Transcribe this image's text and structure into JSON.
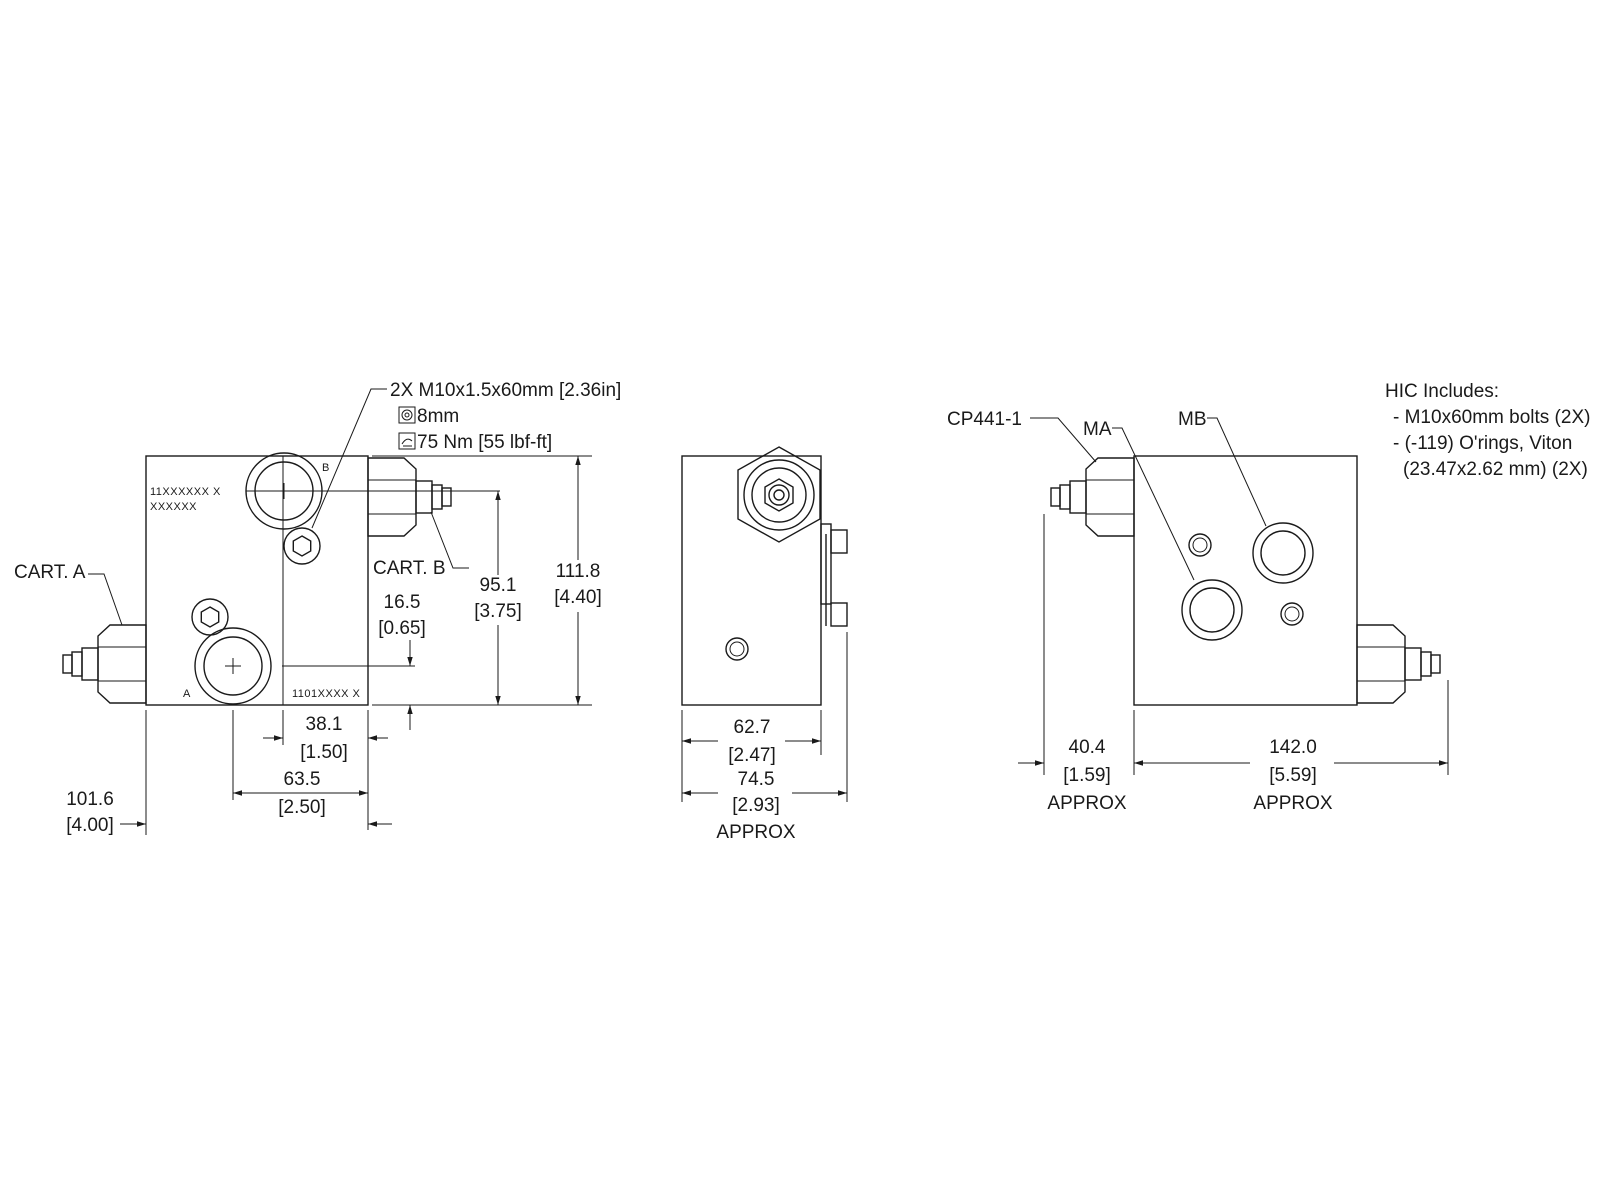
{
  "bolt_callout": {
    "line1": "2X M10x1.5x60mm [2.36in]",
    "line2": "8mm",
    "line3": "75 Nm [55 lbf-ft]"
  },
  "labels": {
    "cart_a": "CART. A",
    "cart_b": "CART. B",
    "port_a": "A",
    "port_b": "B",
    "mark_top_1": "11XXXXXX  X",
    "mark_top_2": "XXXXXX",
    "mark_bottom": "1101XXXX  X",
    "cp": "CP441-1",
    "ma": "MA",
    "mb": "MB"
  },
  "dimensions": {
    "d_38_1": {
      "mm": "38.1",
      "in": "[1.50]"
    },
    "d_63_5": {
      "mm": "63.5",
      "in": "[2.50]"
    },
    "d_101_6": {
      "mm": "101.6",
      "in": "[4.00]"
    },
    "d_16_5": {
      "mm": "16.5",
      "in": "[0.65]"
    },
    "d_95_1": {
      "mm": "95.1",
      "in": "[3.75]"
    },
    "d_111_8": {
      "mm": "111.8",
      "in": "[4.40]"
    },
    "d_62_7": {
      "mm": "62.7",
      "in": "[2.47]"
    },
    "d_74_5": {
      "mm": "74.5",
      "in": "[2.93]",
      "note": "APPROX"
    },
    "d_40_4": {
      "mm": "40.4",
      "in": "[1.59]",
      "note": "APPROX"
    },
    "d_142_0": {
      "mm": "142.0",
      "in": "[5.59]",
      "note": "APPROX"
    }
  },
  "hic_includes": {
    "title": "HIC Includes:",
    "item1": "- M10x60mm bolts (2X)",
    "item2": "- (-119) O'rings, Viton",
    "item3": "(23.47x2.62 mm) (2X)"
  },
  "icons": {
    "hex_key": "hex-key-icon",
    "torque": "torque-icon"
  }
}
